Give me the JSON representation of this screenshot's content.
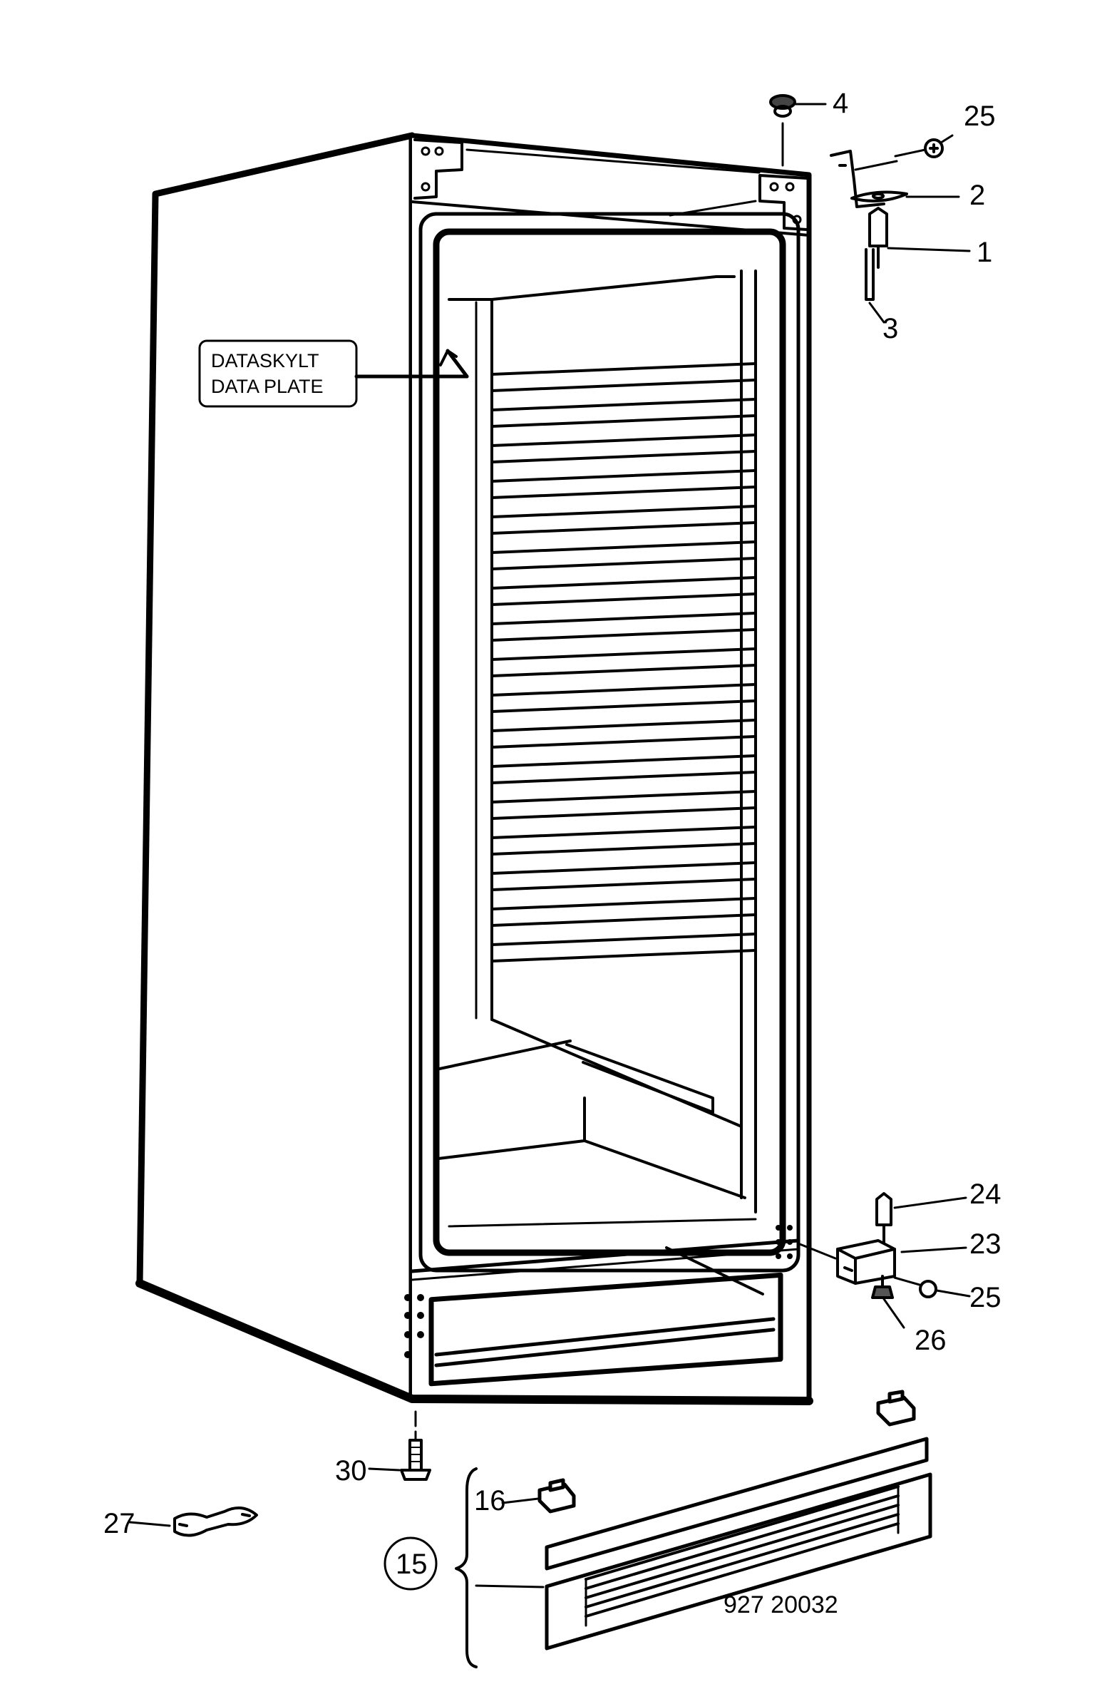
{
  "data_plate": {
    "line1": "DATASKYLT",
    "line2": "DATA PLATE"
  },
  "drawing_number": "927 20032",
  "callouts": {
    "c1": "1",
    "c2": "2",
    "c3": "3",
    "c4": "4",
    "c15": "15",
    "c16": "16",
    "c23": "23",
    "c24": "24",
    "c25_top": "25",
    "c25_bottom": "25",
    "c26": "26",
    "c27": "27",
    "c30": "30"
  }
}
